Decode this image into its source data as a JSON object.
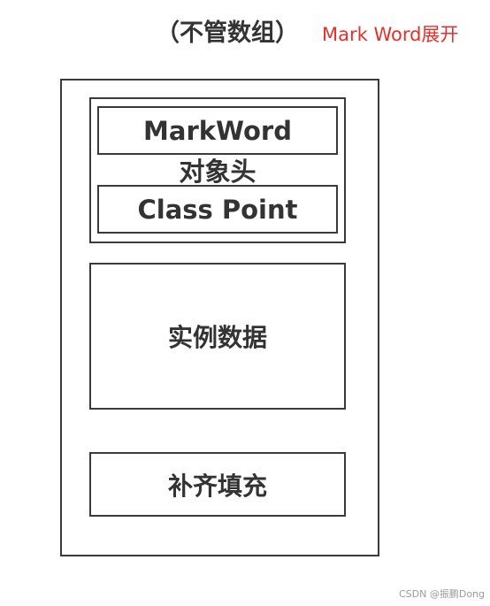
{
  "title": "（不管数组）",
  "note": "Mark Word展开",
  "object": {
    "header": {
      "label": "对象头",
      "mark_word": "MarkWord",
      "class_point": "Class Point"
    },
    "instance_data": "实例数据",
    "padding": "补齐填充"
  },
  "watermark": "CSDN @振鹏Dong",
  "colors": {
    "note": "#e5312c",
    "border": "#3a3a3a",
    "text": "#333333"
  }
}
